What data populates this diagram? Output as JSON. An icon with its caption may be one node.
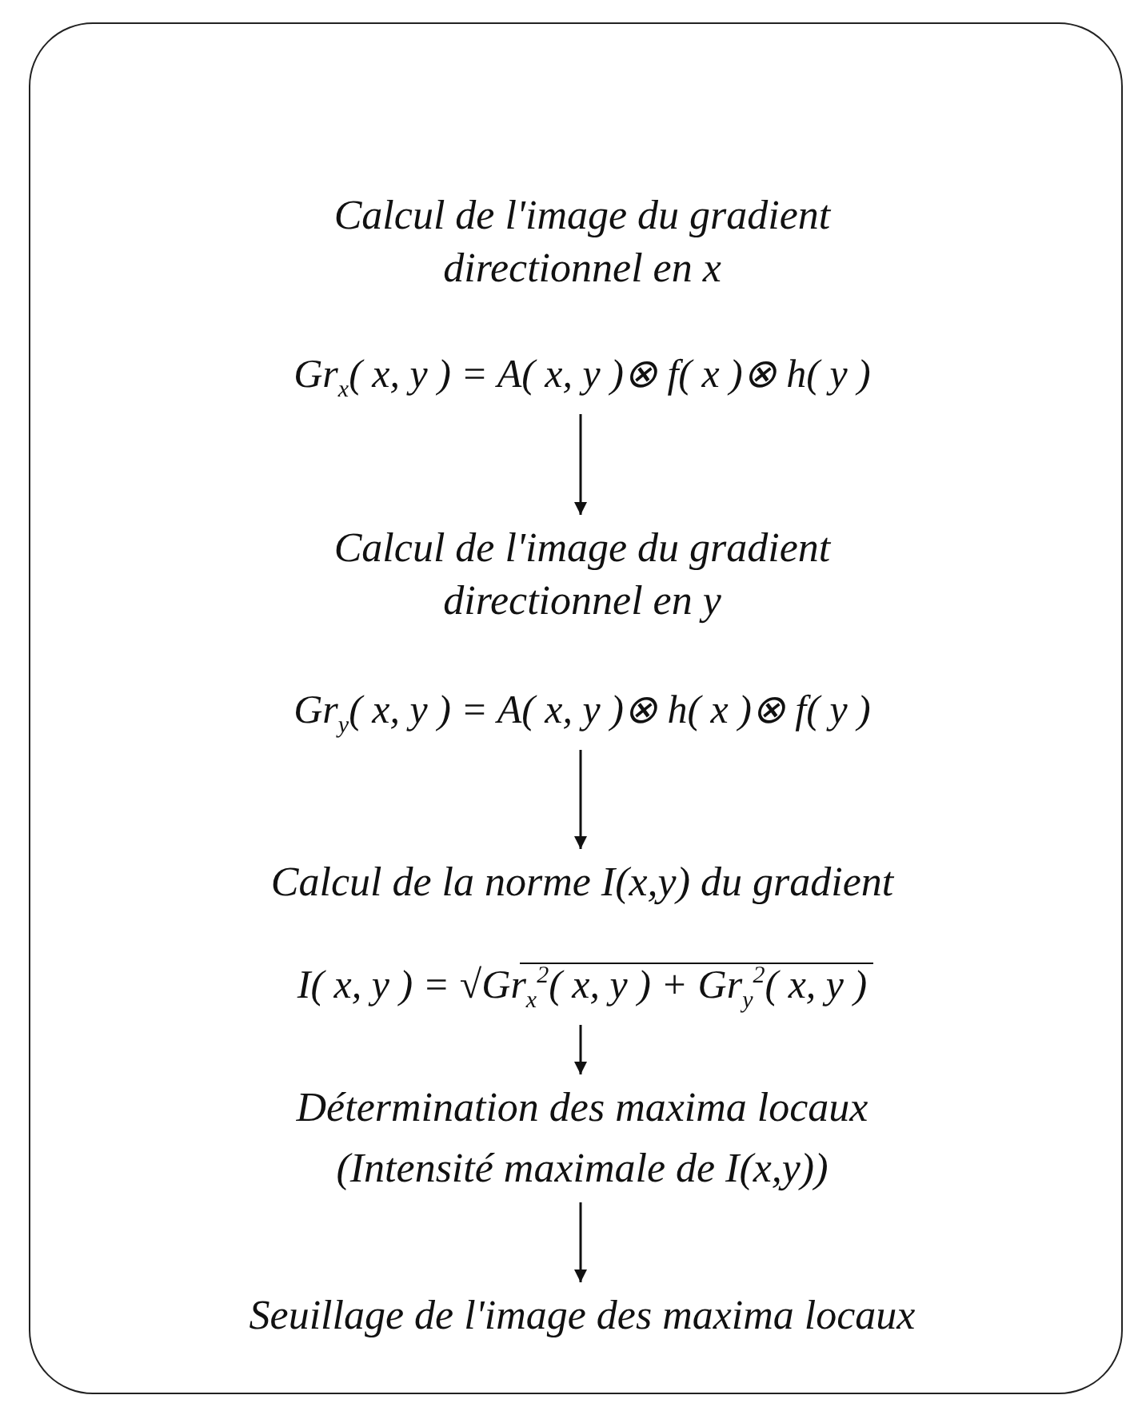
{
  "diagram": {
    "nodes": [
      {
        "text": [],
        "shape": "box"
      },
      {
        "text": [
          "Calcul de l'image du gradient directionnel en x",
          "Gr$_{x}$( x, y ) = A( x, y )⊗ f( x )⊗ h( y )"
        ],
        "in": 0
      },
      {
        "text": [
          "Calcul de l'image du gradient directionnel en y",
          "Gr$_{y}$( x, y ) = A( x, y )⊗ h( x )⊗ f( y )"
        ],
        "in": 0
      },
      {
        "text": [
          "Calcul de la norme I(x,y) du gradient",
          "I( x, y ) = √Gr$_{x}$$^{2}$( x, y ) + Gr$_{y}$$^{2}$( x, y )"
        ],
        "in": 0
      },
      {
        "text": [
          "Détermination des maxima locaux",
          "(Intensité maximale de I(x,y))"
        ],
        "in": 0
      },
      {
        "text": [
          "Seuillage de l'image des maxima locaux"
        ],
        "in": 0
      }
    ],
    "edges": [
      {
        "from": 1,
        "to": 2,
        "arrow": "to"
      },
      {
        "from": 2,
        "to": 3,
        "arrow": "to"
      },
      {
        "from": 3,
        "to": 4,
        "arrow": "to"
      },
      {
        "from": 4,
        "to": 5,
        "arrow": "to"
      }
    ]
  }
}
